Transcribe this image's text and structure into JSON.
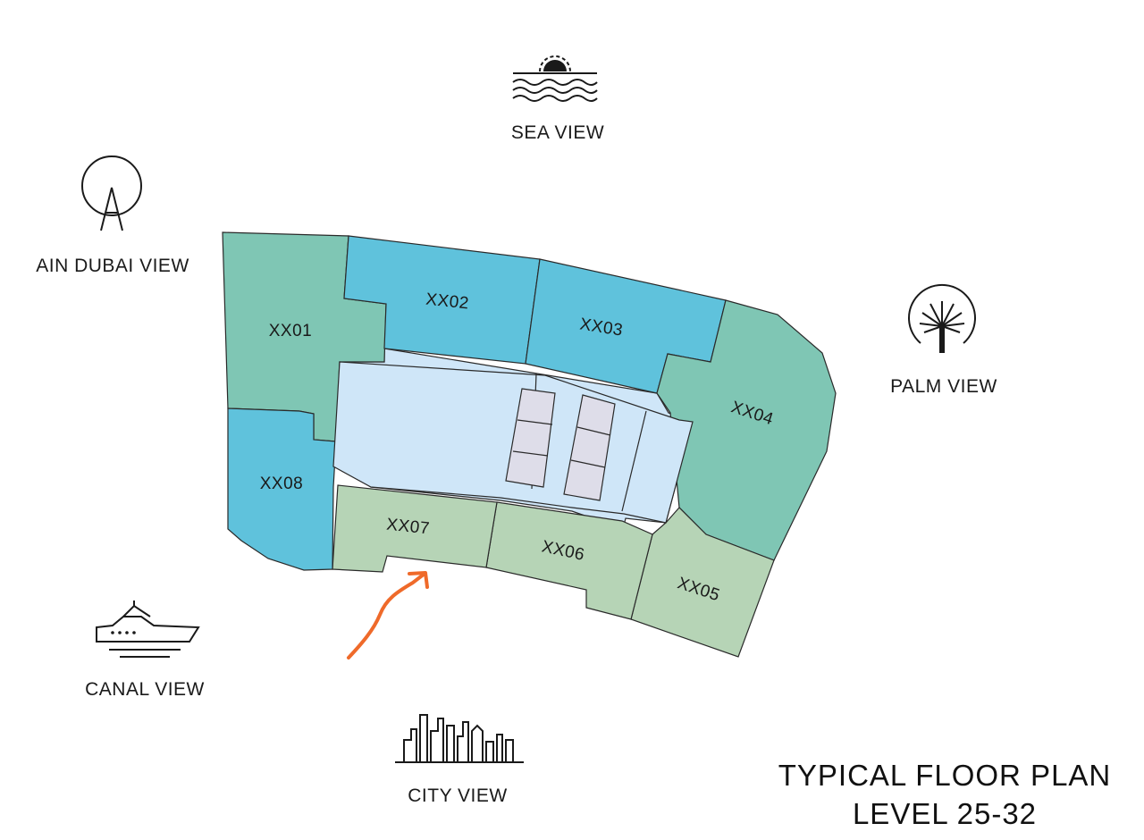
{
  "views": {
    "sea": "SEA VIEW",
    "ain_dubai": "AIN DUBAI VIEW",
    "palm": "PALM VIEW",
    "canal": "CANAL VIEW",
    "city": "CITY VIEW"
  },
  "units": {
    "xx01": "XX01",
    "xx02": "XX02",
    "xx03": "XX03",
    "xx04": "XX04",
    "xx05": "XX05",
    "xx06": "XX06",
    "xx07": "XX07",
    "xx08": "XX08"
  },
  "title": {
    "line1": "TYPICAL FLOOR PLAN",
    "line2": "LEVEL 25-32"
  },
  "colors": {
    "unit_teal": "#7fc6b4",
    "unit_blue": "#5fc2dc",
    "unit_sage": "#b6d4b6",
    "core": "#cfe6f8",
    "lift": "#dedde9",
    "arrow": "#ef6a2a"
  },
  "icons": [
    "sunset-sea-icon",
    "ain-dubai-wheel-icon",
    "palm-tree-icon",
    "yacht-icon",
    "city-skyline-icon",
    "arrow-annotation-icon"
  ]
}
